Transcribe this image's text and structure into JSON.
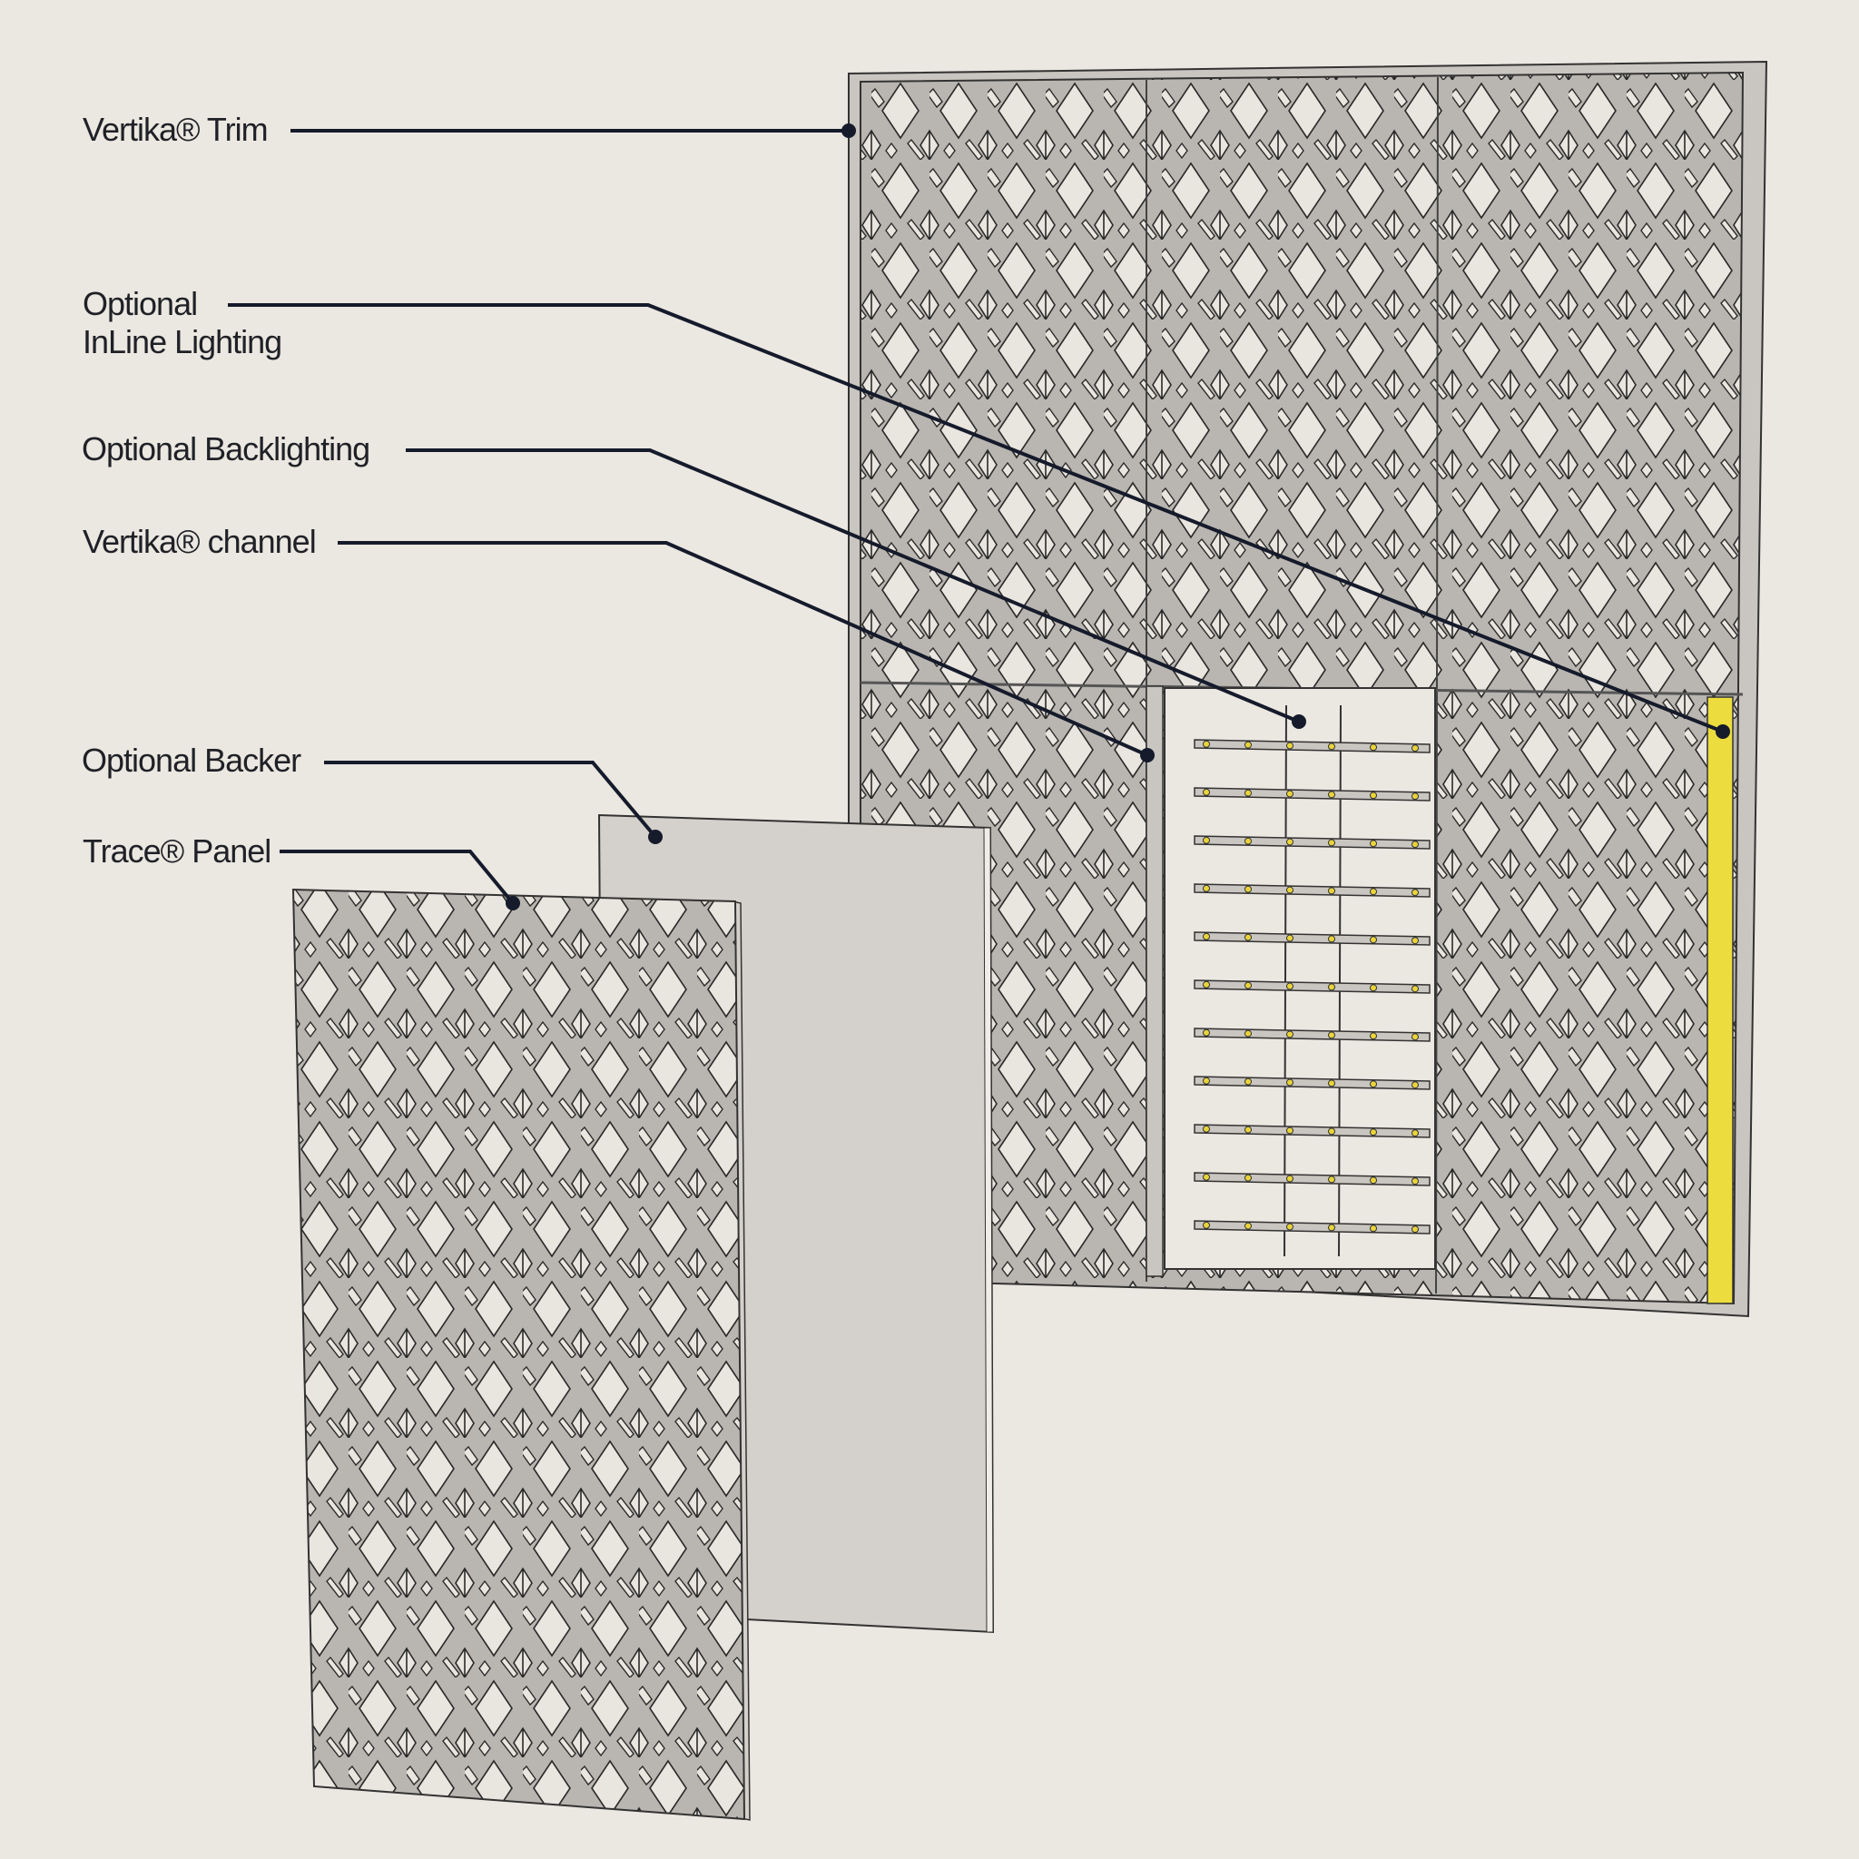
{
  "labels": {
    "trim": "Vertika® Trim",
    "inline_1": "Optional",
    "inline_2": "InLine Lighting",
    "backlighting": "Optional Backlighting",
    "channel": "Vertika® channel",
    "backer": "Optional Backer",
    "panel": "Trace® Panel"
  },
  "colors": {
    "background": "#ebe7e1",
    "panel_gray": "#b9b6b1",
    "hole": "#e9e5df",
    "backer": "#d4d0cb",
    "leader": "#151b2b",
    "inline_light": "#ecdc3e",
    "led": "#e8d43a"
  }
}
